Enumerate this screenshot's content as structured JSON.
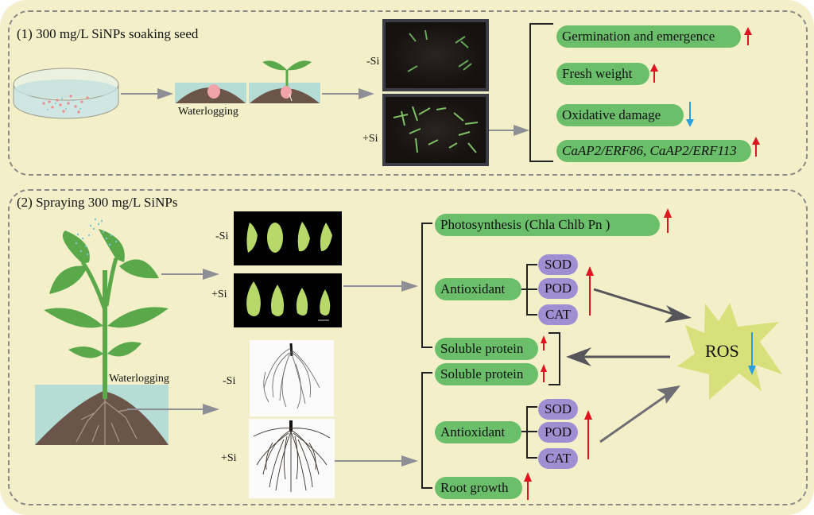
{
  "panel1": {
    "title": "(1) 300 mg/L SiNPs soaking seed",
    "waterlogging_label": "Waterlogging",
    "minus_si_label": "-Si",
    "plus_si_label": "+Si",
    "outcomes": [
      {
        "label": "Germination and emergence",
        "trend": "up",
        "italic": false
      },
      {
        "label": "Fresh weight",
        "trend": "up",
        "italic": false
      },
      {
        "label": "Oxidative damage",
        "trend": "down",
        "italic": false
      },
      {
        "label": "CaAP2/ERF86, CaAP2/ERF113",
        "trend": "up",
        "italic": true
      }
    ]
  },
  "panel2": {
    "title": "(2) Spraying 300 mg/L SiNPs",
    "waterlogging_label": "Waterlogging",
    "leaf_minus_si_label": "-Si",
    "leaf_plus_si_label": "+Si",
    "root_minus_si_label": "-Si",
    "root_plus_si_label": "+Si",
    "leaf_outcomes": {
      "photosynthesis": "Photosynthesis (Chla   Chlb   Pn )",
      "antioxidant": "Antioxidant",
      "enzymes": [
        "SOD",
        "POD",
        "CAT"
      ],
      "soluble_protein": "Soluble protein"
    },
    "root_outcomes": {
      "soluble_protein": "Soluble protein",
      "antioxidant": "Antioxidant",
      "enzymes": [
        "SOD",
        "POD",
        "CAT"
      ],
      "root_growth": "Root growth"
    },
    "ros_label": "ROS",
    "ros_trend": "down"
  },
  "colors": {
    "background": "#f3f0c9",
    "pill_green": "#6bbf6a",
    "pill_purple": "#9e8fd3",
    "arrow_up": "#e0141e",
    "arrow_down": "#2a9fdc",
    "arrow_gray": "#8e8e96",
    "arrow_dark": "#55555a",
    "ros_star": "#d7e07a",
    "plant_green": "#5aa84a",
    "soil": "#6b5548",
    "water": "#b6dcd6"
  }
}
